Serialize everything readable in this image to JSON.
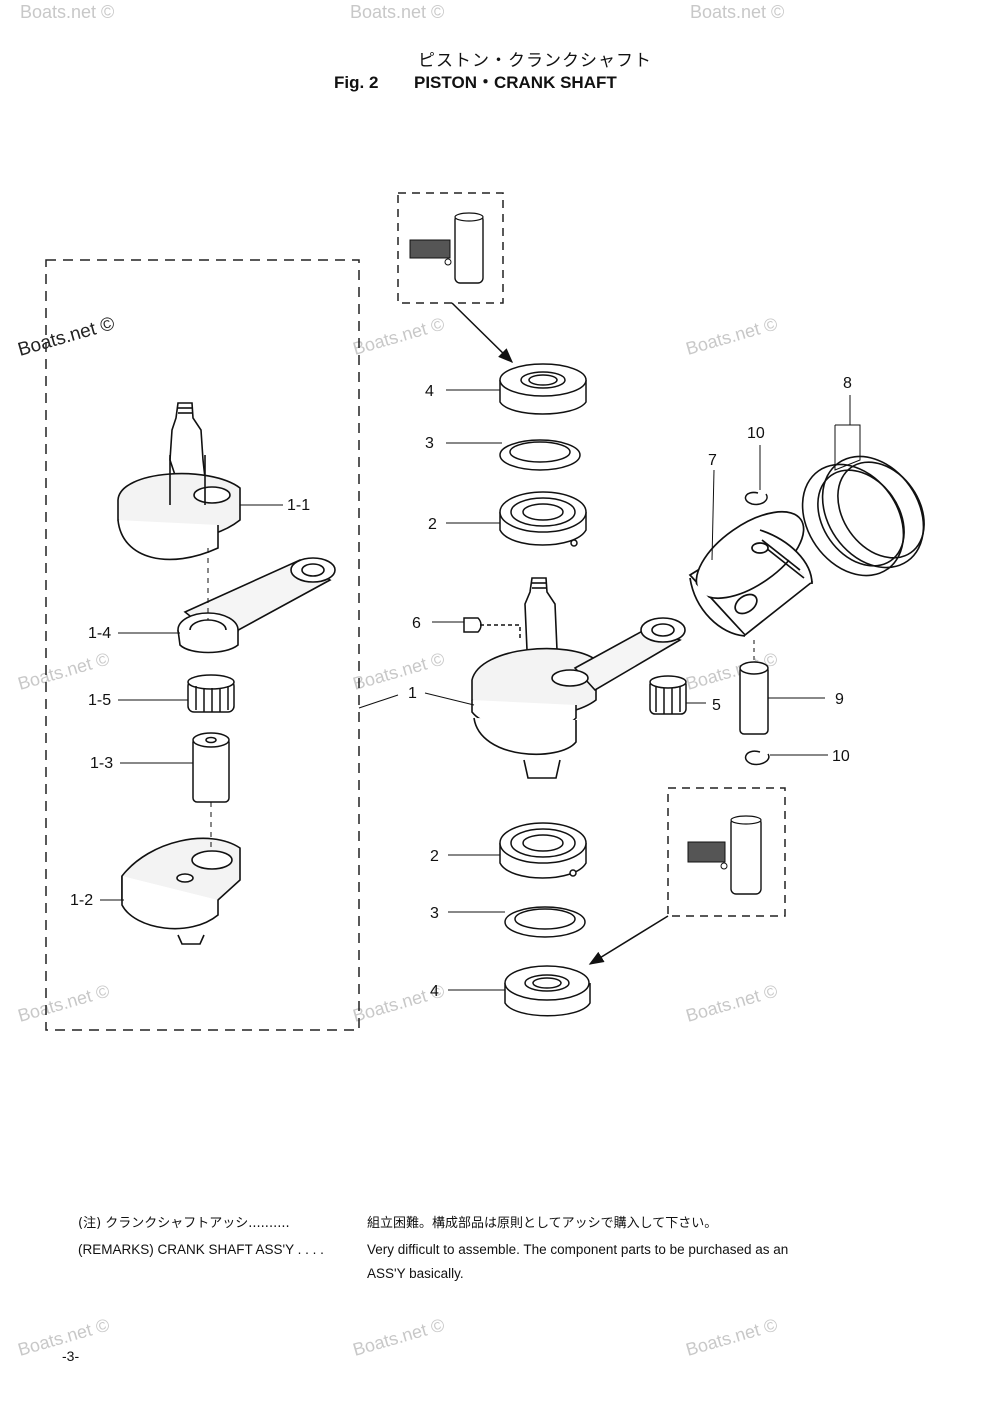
{
  "header": {
    "title_jp": "ピストン・クランクシャフト",
    "fig_label": "Fig. 2",
    "title_en": "PISTON・CRANK SHAFT"
  },
  "watermark": {
    "text": "Boats.net ©"
  },
  "callouts": {
    "c1": "1",
    "c1_1": "1-1",
    "c1_2": "1-2",
    "c1_3": "1-3",
    "c1_4": "1-4",
    "c1_5": "1-5",
    "c2_top": "2",
    "c2_bottom": "2",
    "c3_top": "3",
    "c3_bottom": "3",
    "c4_top": "4",
    "c4_bottom": "4",
    "c5": "5",
    "c6": "6",
    "c7": "7",
    "c8": "8",
    "c9": "9",
    "c10_top": "10",
    "c10_bottom": "10"
  },
  "remarks": {
    "jp_label": "(注) クランクシャフトアッシ..........",
    "jp_text": "組立困難。構成部品は原則としてアッシで購入して下さい。",
    "en_label": "(REMARKS) CRANK SHAFT ASS'Y . . . .",
    "en_text": "Very difficult to assemble. The component parts to be purchased as an",
    "en_text_2": "ASS'Y basically."
  },
  "footer": {
    "page_number": "-3-"
  }
}
